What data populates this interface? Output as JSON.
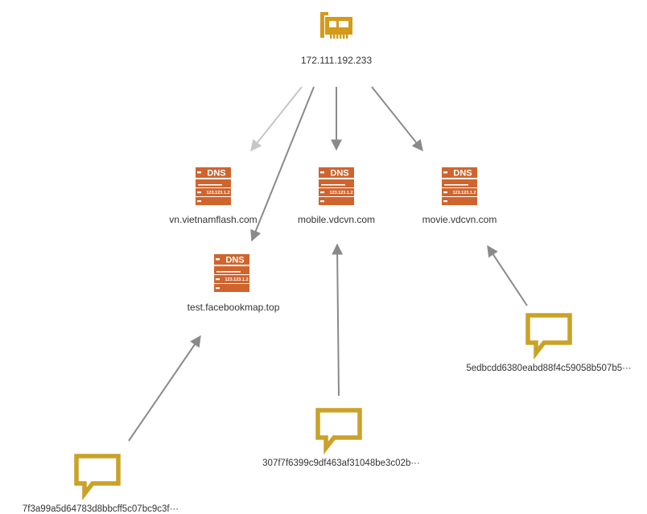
{
  "graph": {
    "colors": {
      "ip_icon": "#d49a1a",
      "dns_icon": "#d0642d",
      "comment_icon": "#c9a227",
      "edge": "#8a8a8a",
      "edge_faded": "#c6c6c6",
      "label": "#333333"
    },
    "nodes": [
      {
        "id": "ip",
        "type": "network-card-icon",
        "label": "172.111.192.233"
      },
      {
        "id": "dns1",
        "type": "dns-server-icon",
        "icon_text": "DNS",
        "icon_subtext": "123.123.1.2",
        "label": "vn.vietnamflash.com"
      },
      {
        "id": "dns2",
        "type": "dns-server-icon",
        "icon_text": "DNS",
        "icon_subtext": "123.123.1.2",
        "label": "mobile.vdcvn.com"
      },
      {
        "id": "dns3",
        "type": "dns-server-icon",
        "icon_text": "DNS",
        "icon_subtext": "123.123.1.2",
        "label": "movie.vdcvn.com"
      },
      {
        "id": "dns4",
        "type": "dns-server-icon",
        "icon_text": "DNS",
        "icon_subtext": "123.123.1.2",
        "label": "test.facebookmap.top"
      },
      {
        "id": "c1",
        "type": "comment-icon",
        "label": "5edbcdd6380eabd88f4c59058b507b5···"
      },
      {
        "id": "c2",
        "type": "comment-icon",
        "label": "307f7f6399c9df463af31048be3c02b···"
      },
      {
        "id": "c3",
        "type": "comment-icon",
        "label": "7f3a99a5d64783d8bbcff5c07bc9c3f···"
      }
    ],
    "edges": [
      {
        "from": "ip",
        "to": "dns1",
        "faded": true
      },
      {
        "from": "ip",
        "to": "dns4",
        "faded": false
      },
      {
        "from": "ip",
        "to": "dns2",
        "faded": false
      },
      {
        "from": "ip",
        "to": "dns3",
        "faded": false
      },
      {
        "from": "c1",
        "to": "dns3",
        "faded": false
      },
      {
        "from": "c2",
        "to": "dns2",
        "faded": false
      },
      {
        "from": "c3",
        "to": "dns4",
        "faded": false
      }
    ]
  }
}
